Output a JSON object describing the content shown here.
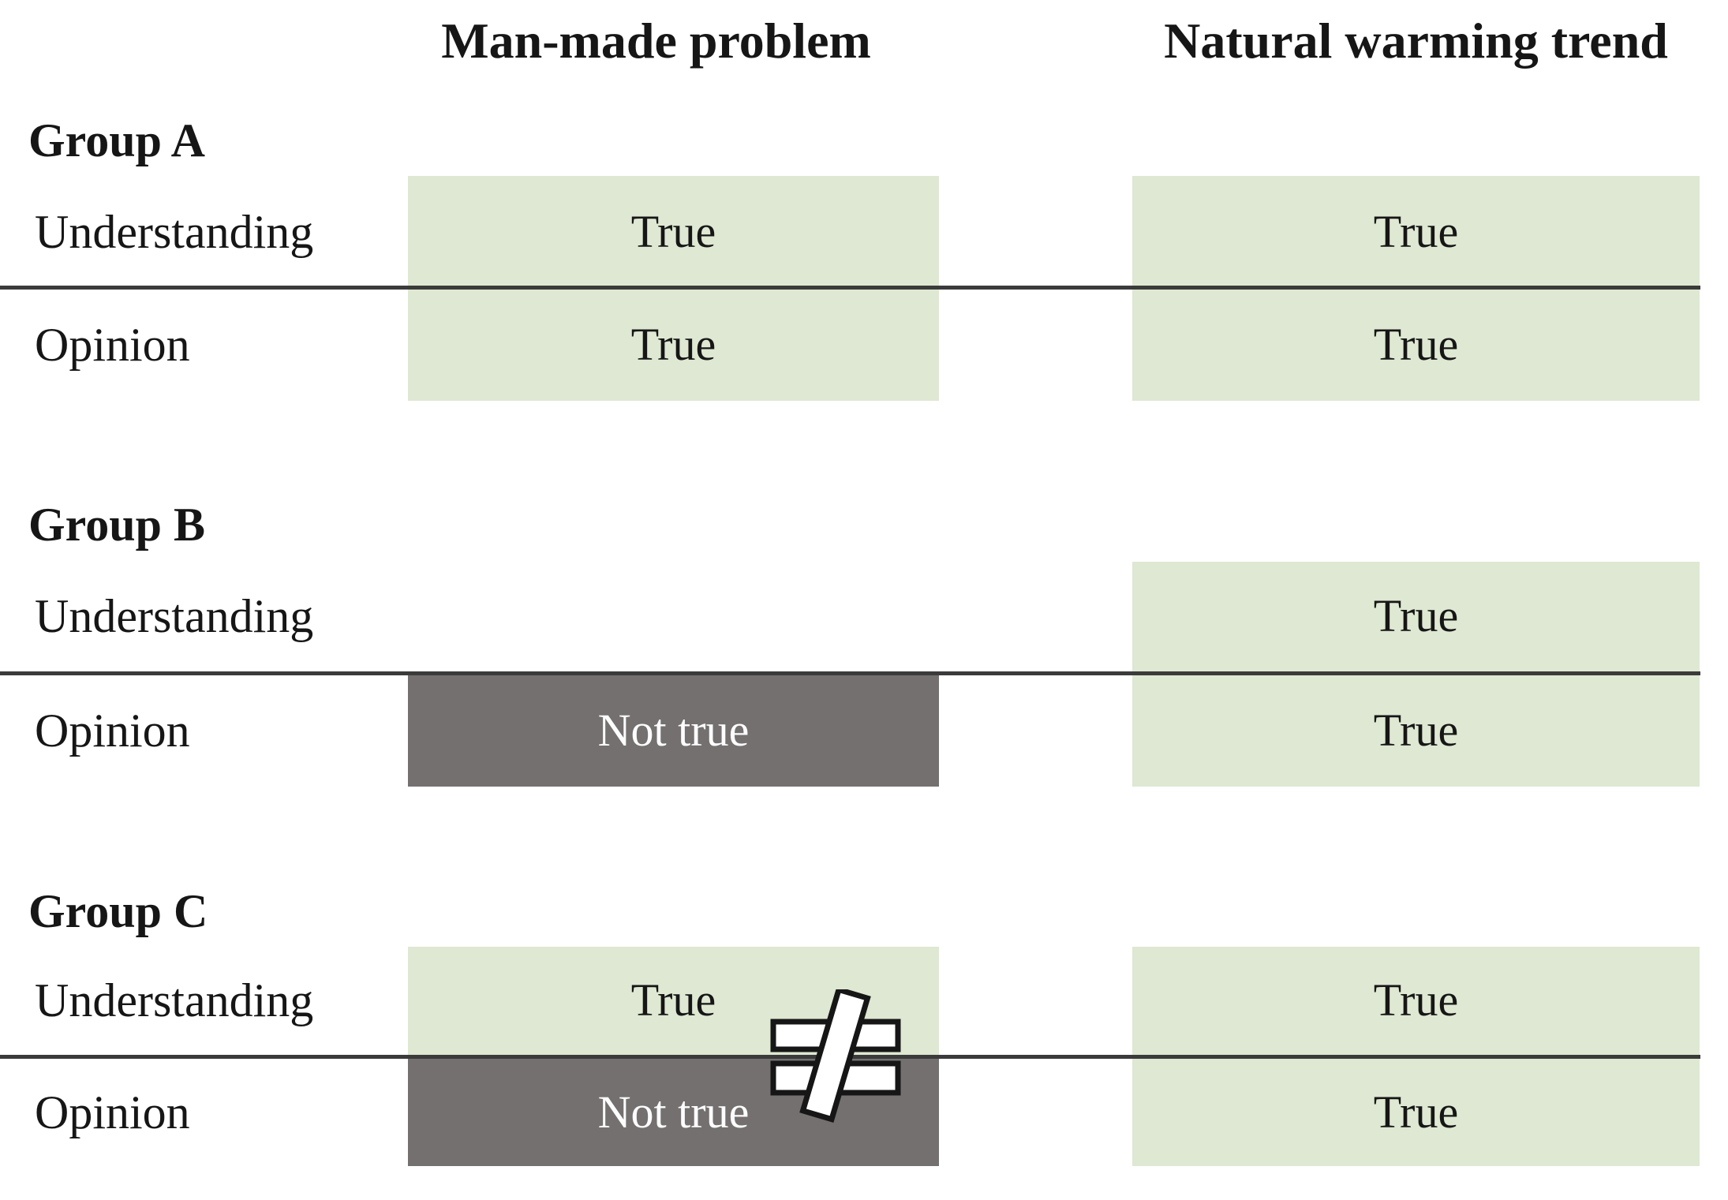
{
  "figure_type": "understanding-vs-opinion comparison diagram",
  "headers": {
    "manmade": "Man-made problem",
    "natural": "Natural warming trend"
  },
  "row_labels": {
    "understanding": "Understanding",
    "opinion": "Opinion"
  },
  "groupA": {
    "label": "Group A",
    "understanding_label": "Understanding",
    "opinion_label": "Opinion",
    "cells": {
      "manmade_understanding": "True",
      "manmade_opinion": "True",
      "natural_understanding": "True",
      "natural_opinion": "True"
    }
  },
  "groupB": {
    "label": "Group B",
    "understanding_label": "Understanding",
    "opinion_label": "Opinion",
    "cells": {
      "manmade_opinion": "Not true",
      "natural_understanding": "True",
      "natural_opinion": "True"
    }
  },
  "groupC": {
    "label": "Group C",
    "understanding_label": "Understanding",
    "opinion_label": "Opinion",
    "cells": {
      "manmade_understanding": "True",
      "manmade_opinion": "Not true",
      "natural_understanding": "True",
      "natural_opinion": "True"
    }
  },
  "icons": {
    "not_equal": "≠"
  },
  "colors": {
    "true_bg": "#dee8d2",
    "not_true_bg": "#747070",
    "divider": "#3b3b3b",
    "text": "#161616",
    "not_true_text": "#fdfdfd"
  }
}
